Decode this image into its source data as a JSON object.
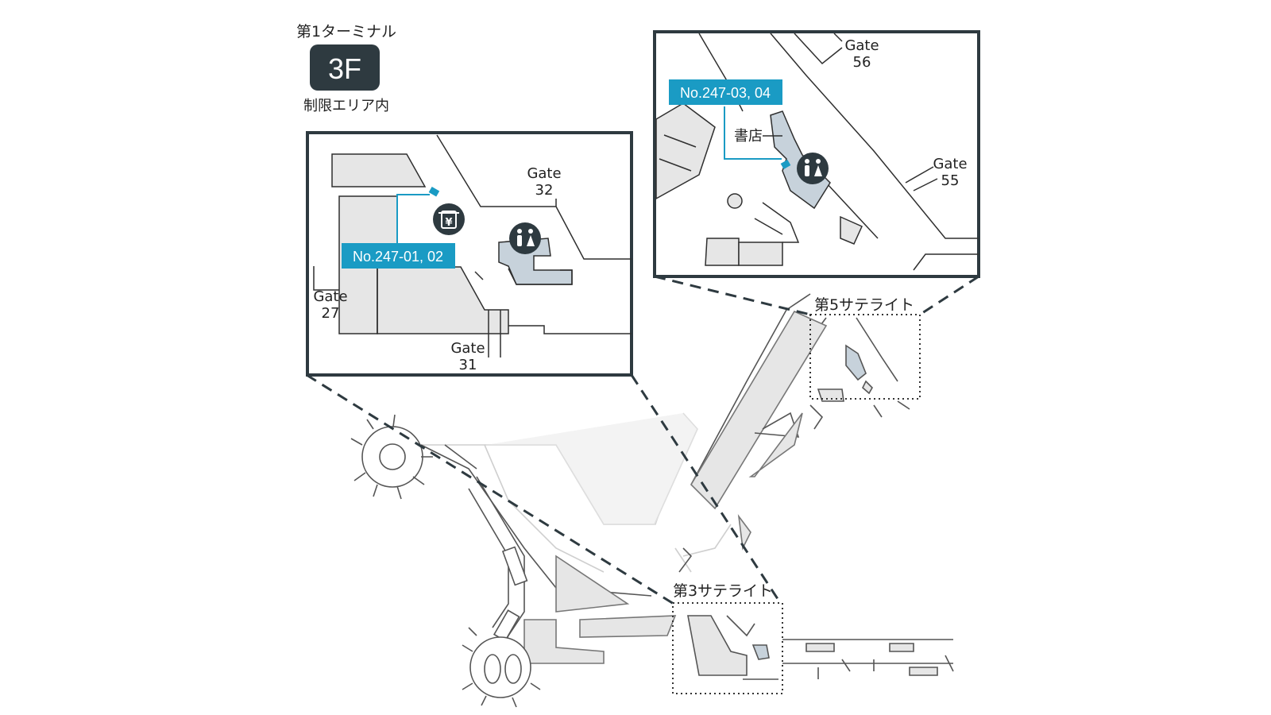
{
  "header": {
    "terminal": "第1ターミナル",
    "floor": "3F",
    "area": "制限エリア内"
  },
  "inset_left": {
    "atm_label": "No.247-01, 02",
    "gate_32": [
      "Gate",
      "32"
    ],
    "gate_27": [
      "Gate",
      "27"
    ],
    "gate_31": [
      "Gate",
      "31"
    ]
  },
  "inset_right": {
    "atm_label": "No.247-03, 04",
    "bookstore": "書店",
    "gate_56": [
      "Gate",
      "56"
    ],
    "gate_55": [
      "Gate",
      "55"
    ]
  },
  "overview": {
    "satellite_5": "第5サテライト",
    "satellite_3": "第3サテライト"
  },
  "colors": {
    "frame": "#2e3a40",
    "badge_bg": "#2e3a40",
    "atm_label_bg": "#1a9bc4",
    "atm_marker": "#1a9bc4",
    "highlight_area": "#c7d2db",
    "area_fill": "#e6e6e6",
    "line": "#2f2f2f",
    "faded_line": "#c8c8c8"
  },
  "icons": [
    "atm-yen-icon",
    "restroom-icon"
  ]
}
